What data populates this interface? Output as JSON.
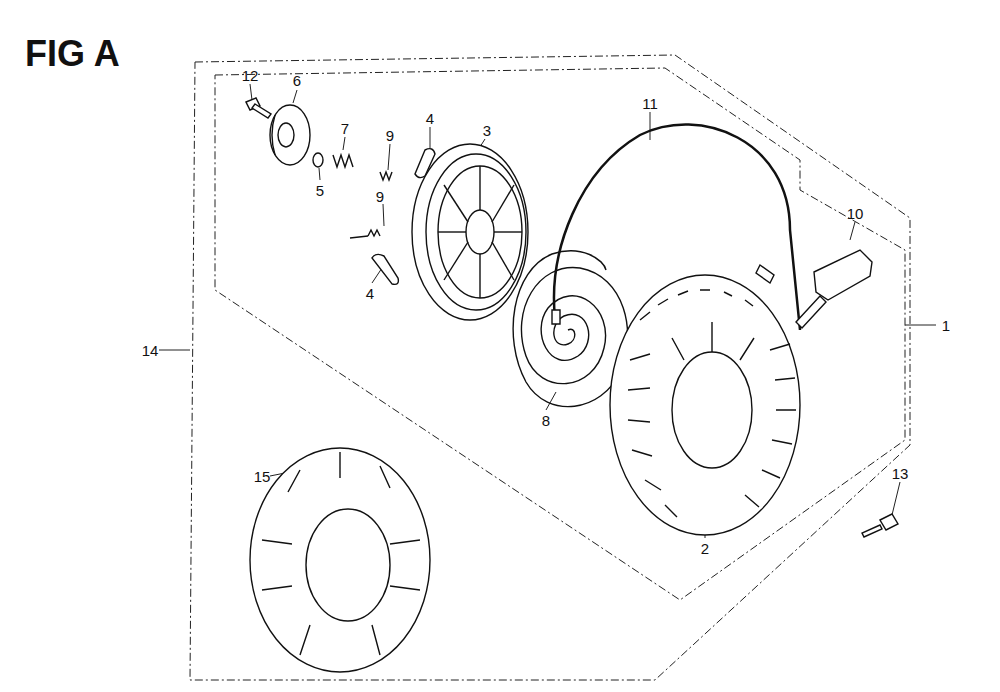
{
  "diagram": {
    "title": "FIG A",
    "labels": [
      "12",
      "6",
      "7",
      "5",
      "9",
      "4",
      "3",
      "9",
      "4",
      "11",
      "10",
      "1",
      "14",
      "8",
      "2",
      "15",
      "13"
    ]
  }
}
